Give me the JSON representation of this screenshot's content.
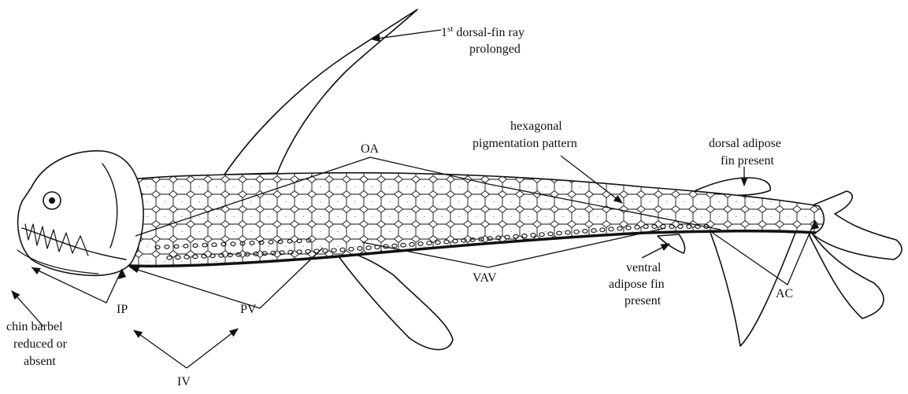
{
  "labels": {
    "dorsal_ray_sup_num": "1",
    "dorsal_ray_sup": "st",
    "dorsal_ray_line1": " dorsal-fin ray",
    "dorsal_ray_line2": "prolonged",
    "hex_line1": "hexagonal",
    "hex_line2": "pigmentation pattern",
    "dorsal_adipose_line1": "dorsal adipose",
    "dorsal_adipose_line2": "fin present",
    "oa": "OA",
    "vav": "VAV",
    "ventral_adipose_line1": "ventral",
    "ventral_adipose_line2": "adipose fin",
    "ventral_adipose_line3": "present",
    "ac": "AC",
    "ip": "IP",
    "pv": "PV",
    "iv": "IV",
    "chin_line1": "chin barbel",
    "chin_line2": "reduced or",
    "chin_line3": "absent"
  }
}
